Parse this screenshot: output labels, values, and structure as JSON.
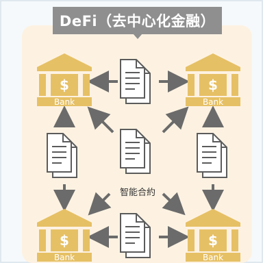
{
  "title": "DeFi（去中心化金融）",
  "bank_label": "Bank",
  "bank_symbol": "$",
  "center_label": "智能合約",
  "colors": {
    "bank": "#e6c065",
    "arrow": "#6b6b6b",
    "document_stroke": "#5b5b5b",
    "panel": "#fdf2e2",
    "title_bg": "#8f8f8f"
  },
  "icons": {
    "bank": "bank-building-icon",
    "document": "document-stack-icon",
    "arrow": "arrow-icon"
  }
}
